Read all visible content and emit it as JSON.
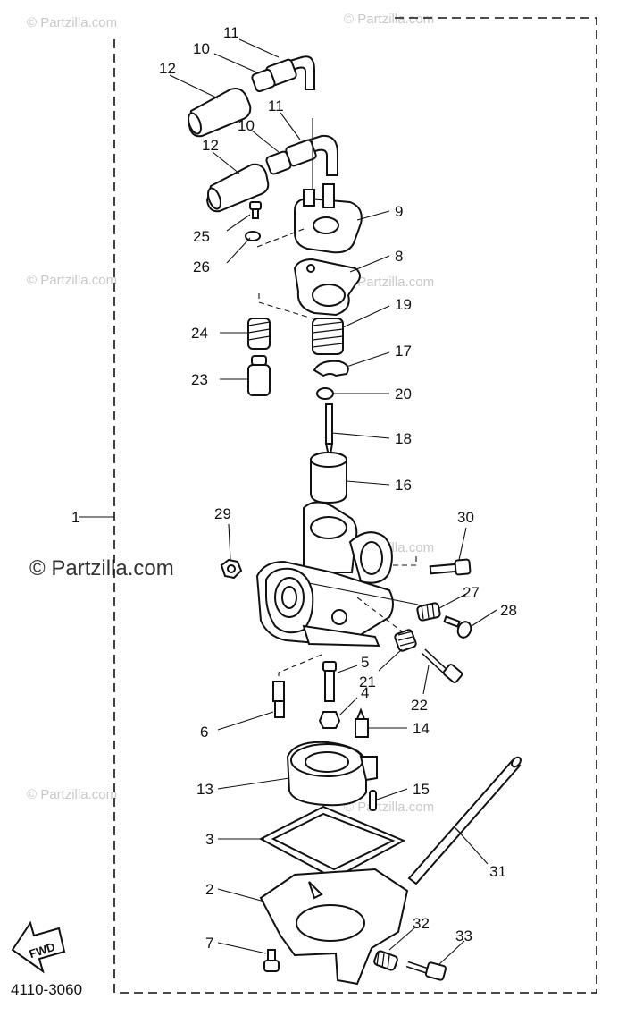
{
  "diagram": {
    "drawing_number": "4110-3060",
    "fwd_label": "FWD",
    "watermark_small": "© Partzilla.com",
    "watermark_large": "© Partzilla.com",
    "callouts": {
      "c1": "1",
      "c2": "2",
      "c3": "3",
      "c4": "4",
      "c5": "5",
      "c6": "6",
      "c7": "7",
      "c8": "8",
      "c9": "9",
      "c10a": "10",
      "c10b": "10",
      "c11a": "11",
      "c11b": "11",
      "c12a": "12",
      "c12b": "12",
      "c13": "13",
      "c14": "14",
      "c15": "15",
      "c16": "16",
      "c17": "17",
      "c18": "18",
      "c19": "19",
      "c20": "20",
      "c21": "21",
      "c22": "22",
      "c23": "23",
      "c24": "24",
      "c25": "25",
      "c26": "26",
      "c27": "27",
      "c28": "28",
      "c29": "29",
      "c30": "30",
      "c31": "31",
      "c32": "32",
      "c33": "33"
    }
  }
}
